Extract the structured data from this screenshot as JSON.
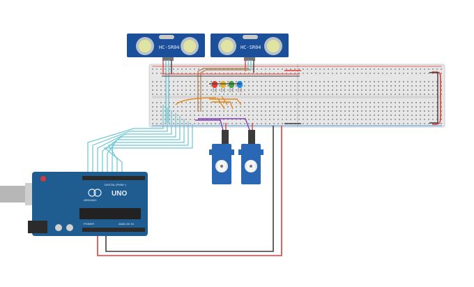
{
  "sensors": [
    {
      "label": "HC-SR04"
    },
    {
      "label": "HC-SR04"
    }
  ],
  "arduino": {
    "model": "UNO",
    "brand": "ARDUINO",
    "header_label": "DIGITAL (PWM~)",
    "power_label": "POWER",
    "analog_label": "ANALOG IN"
  },
  "colors": {
    "background": "#ffffff",
    "board": "#1f5d91",
    "sensor_board": "#1b4f9a",
    "servo": "#2a67b4",
    "wire_signal": "#6cc6d3",
    "wire_power": "#e53935",
    "wire_ground": "#3b3b3b",
    "wire_servo_signal": "#7e3fb0",
    "wire_orange": "#e08a1e",
    "wire_tan": "#b08860"
  },
  "leds": [
    {
      "color": "#e53935",
      "icon": "red-led-icon"
    },
    {
      "color": "#e0b22c",
      "icon": "yellow-led-icon"
    },
    {
      "color": "#43a047",
      "icon": "green-led-icon"
    },
    {
      "color": "#1e88e5",
      "icon": "blue-led-icon"
    }
  ],
  "servos": [
    {
      "icon": "servo-motor-icon"
    },
    {
      "icon": "servo-motor-icon"
    }
  ]
}
